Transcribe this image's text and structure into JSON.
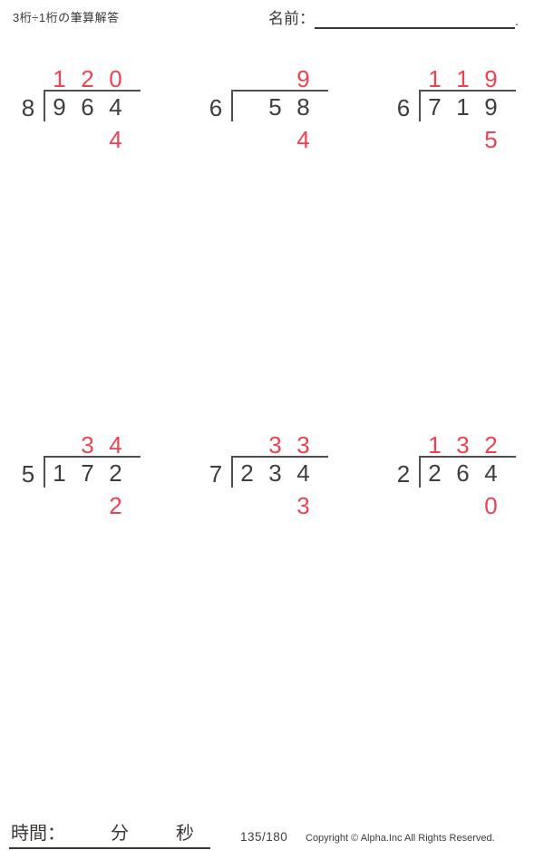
{
  "header": {
    "title": "3桁÷1桁の筆算解答",
    "name_label": "名前：",
    "name_suffix": "."
  },
  "colors": {
    "answer_red": "#ef4151",
    "digit_black": "#3e3e3e",
    "line_color": "#4f4f4f"
  },
  "problems": [
    {
      "divisor": "8",
      "quotient": [
        "1",
        "2",
        "0"
      ],
      "dividend": [
        "9",
        "6",
        "4"
      ],
      "remainder": [
        "",
        "",
        "4"
      ]
    },
    {
      "divisor": "6",
      "quotient": [
        "",
        "",
        "9"
      ],
      "dividend": [
        "",
        "5",
        "8"
      ],
      "remainder": [
        "",
        "",
        "4"
      ]
    },
    {
      "divisor": "6",
      "quotient": [
        "1",
        "1",
        "9"
      ],
      "dividend": [
        "7",
        "1",
        "9"
      ],
      "remainder": [
        "",
        "",
        "5"
      ]
    },
    {
      "divisor": "5",
      "quotient": [
        "",
        "3",
        "4"
      ],
      "dividend": [
        "1",
        "7",
        "2"
      ],
      "remainder": [
        "",
        "",
        "2"
      ]
    },
    {
      "divisor": "7",
      "quotient": [
        "",
        "3",
        "3"
      ],
      "dividend": [
        "2",
        "3",
        "4"
      ],
      "remainder": [
        "",
        "",
        "3"
      ]
    },
    {
      "divisor": "2",
      "quotient": [
        "1",
        "3",
        "2"
      ],
      "dividend": [
        "2",
        "6",
        "4"
      ],
      "remainder": [
        "",
        "",
        "0"
      ]
    }
  ],
  "footer": {
    "time_label": "時間：",
    "minutes_label": "分",
    "seconds_label": "秒",
    "page": "135/180",
    "copyright": "Copyright © Alpha.Inc All Rights Reserved."
  }
}
